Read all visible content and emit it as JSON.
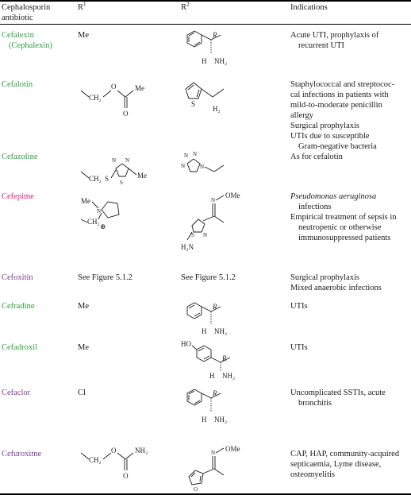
{
  "headers": {
    "col1_line1": "Cephalosporin",
    "col1_line2": "antibiotic",
    "col2": "R",
    "col2_sup": "1",
    "col3": "R",
    "col3_sup": "2",
    "col4": "Indications"
  },
  "structure_labels": {
    "me": "Me",
    "ome": "OMe",
    "nh2": "NH₂",
    "h": "H",
    "r": "R",
    "h2": "H₂",
    "ch2": "CH₂",
    "o": "O",
    "s": "S",
    "n": "N",
    "ho": "HO",
    "h2n": "H₂N",
    "plus": "⊕"
  },
  "rows": [
    {
      "name": "Cefalexin",
      "name2": "(Cephalexin)",
      "r1": "Me",
      "r2": "",
      "ind": [
        "Acute UTI, prophylaxis of",
        "recurrent UTI"
      ],
      "color": "#2e9e3e"
    },
    {
      "name": "Cefalotin",
      "r1": "",
      "r2": "",
      "ind": [
        "Staphylococcal and streptococ-",
        "cal infections in patients with",
        "mild-to-moderate penicillin",
        "allergy",
        "Surgical prophylaxis",
        "UTIs due to susceptible",
        "Gram-negative bacteria"
      ],
      "color": "#2e9e3e"
    },
    {
      "name": "Cefazoline",
      "r1": "",
      "r2": "",
      "ind": [
        "As for cefalotin"
      ],
      "color": "#2e9e3e"
    },
    {
      "name": "Cefepime",
      "r1": "",
      "r2": "",
      "ind": [
        "Pseudomonas aeruginosa",
        "infections",
        "Empirical treatment of sepsis in",
        "neutropenic or otherwise",
        "immunosuppressed patients"
      ],
      "color": "#d6257f"
    },
    {
      "name": "Cefoxitin",
      "r1": "See Figure 5.1.2",
      "r2": "See Figure 5.1.2",
      "ind": [
        "Surgical prophylaxis",
        "Mixed anaerobic infections"
      ],
      "color": "#7a3a9a"
    },
    {
      "name": "Cefradine",
      "r1": "Me",
      "r2": "",
      "ind": [
        "UTIs"
      ],
      "color": "#2e9e3e"
    },
    {
      "name": "Cefadroxil",
      "r1": "Me",
      "r2": "",
      "ind": [
        "UTIs"
      ],
      "color": "#2e9e3e"
    },
    {
      "name": "Cefaclor",
      "r1": "Cl",
      "r2": "",
      "ind": [
        "Uncomplicated SSTIs, acute",
        "bronchitis"
      ],
      "color": "#7a3a9a"
    },
    {
      "name": "Cefuroxime",
      "r1": "",
      "r2": "",
      "ind": [
        "CAP, HAP, community-acquired",
        "septicaemia, Lyme disease,",
        "osteomyelitis"
      ],
      "color": "#7a3a9a"
    }
  ]
}
